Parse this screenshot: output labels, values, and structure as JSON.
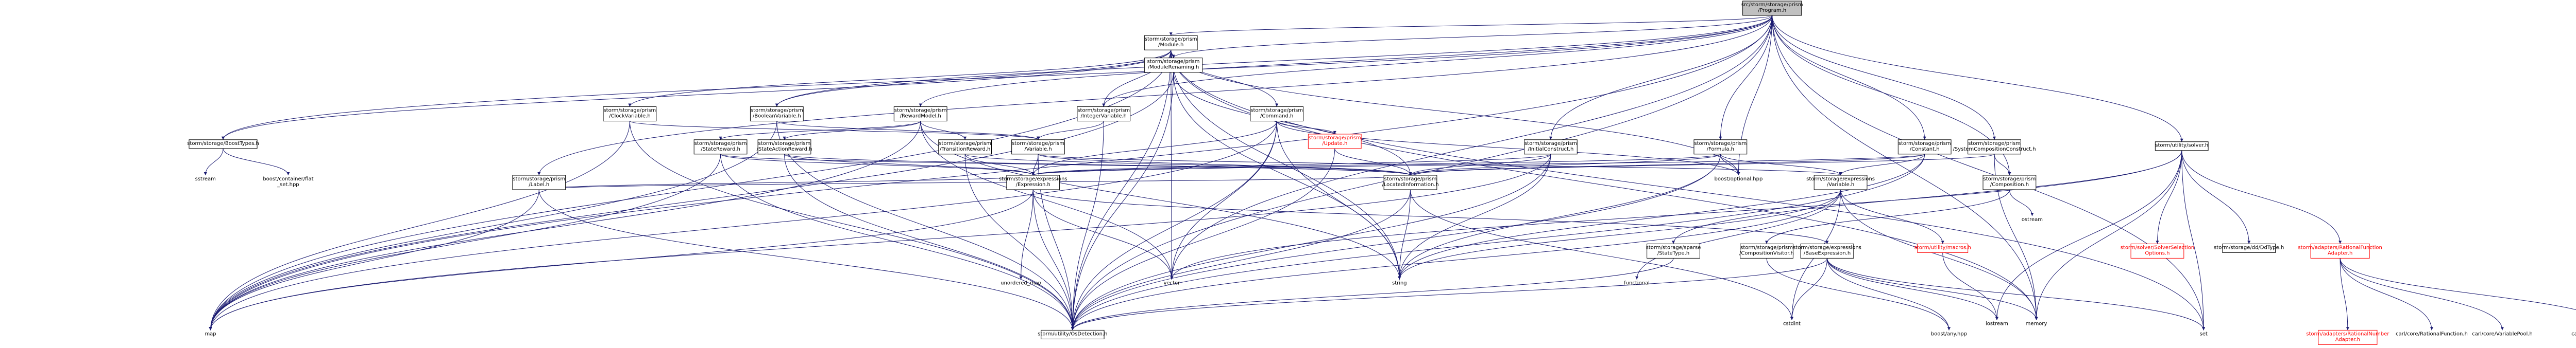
{
  "graph_color": {
    "edge": "#191970",
    "root_fill": "#c0c0c0",
    "missing": "#ff0000"
  },
  "nodes": {
    "program": [
      "src/storm/storage/prism",
      "/Program.h"
    ],
    "module": [
      "storm/storage/prism",
      "/Module.h"
    ],
    "moduleRenaming": [
      "storm/storage/prism",
      "/ModuleRenaming.h"
    ],
    "clockVariable": [
      "storm/storage/prism",
      "/ClockVariable.h"
    ],
    "booleanVariable": [
      "storm/storage/prism",
      "/BooleanVariable.h"
    ],
    "rewardModel": [
      "storm/storage/prism",
      "/RewardModel.h"
    ],
    "integerVariable": [
      "storm/storage/prism",
      "/IntegerVariable.h"
    ],
    "command": [
      "storm/storage/prism",
      "/Command.h"
    ],
    "update": [
      "storm/storage/prism",
      "/Update.h"
    ],
    "boostTypes": [
      "storm/storage/BoostTypes.h"
    ],
    "label": [
      "storm/storage/prism",
      "/Label.h"
    ],
    "stateReward": [
      "storm/storage/prism",
      "/StateReward.h"
    ],
    "stateActionReward": [
      "storm/storage/prism",
      "/StateActionReward.h"
    ],
    "transitionReward": [
      "storm/storage/prism",
      "/TransitionReward.h"
    ],
    "variable": [
      "storm/storage/prism",
      "/Variable.h"
    ],
    "initialConstruct": [
      "storm/storage/prism",
      "/InitialConstruct.h"
    ],
    "formula": [
      "storm/storage/prism",
      "/Formula.h"
    ],
    "constant": [
      "storm/storage/prism",
      "/Constant.h"
    ],
    "systemComposition": [
      "storm/storage/prism",
      "/SystemCompositionConstruct.h"
    ],
    "composition": [
      "storm/storage/prism",
      "/Composition.h"
    ],
    "solver": [
      "storm/utility/solver.h"
    ],
    "expression": [
      "storm/storage/expressions",
      "/Expression.h"
    ],
    "locatedInformation": [
      "storm/storage/prism",
      "/LocatedInformation.h"
    ],
    "exprVariable": [
      "storm/storage/expressions",
      "/Variable.h"
    ],
    "sstream": [
      "sstream"
    ],
    "flatSet": [
      "boost/container/flat",
      "_set.hpp"
    ],
    "boostOptional": [
      "boost/optional.hpp"
    ],
    "unorderedMap": [
      "unordered_map"
    ],
    "vector": [
      "vector"
    ],
    "string": [
      "string"
    ],
    "functional": [
      "functional"
    ],
    "ostream": [
      "ostream"
    ],
    "stateType": [
      "storm/storage/sparse",
      "/StateType.h"
    ],
    "compositionVisitor": [
      "storm/storage/prism",
      "/CompositionVisitor.h"
    ],
    "baseExpression": [
      "storm/storage/expressions",
      "/BaseExpression.h"
    ],
    "macros": [
      "storm/utility/macros.h"
    ],
    "solverSelection": [
      "storm/solver/SolverSelection",
      "Options.h"
    ],
    "ddType": [
      "storm/storage/dd/DdType.h"
    ],
    "rationalFunction": [
      "storm/adapters/RationalFunction",
      "Adapter.h"
    ],
    "map": [
      "map"
    ],
    "osDetection": [
      "storm/utility/OsDetection.h"
    ],
    "cstdint": [
      "cstdint"
    ],
    "boostAny": [
      "boost/any.hpp"
    ],
    "iostream": [
      "iostream"
    ],
    "memory": [
      "memory"
    ],
    "set": [
      "set"
    ],
    "rationalNumber": [
      "storm/adapters/RationalNumber",
      "Adapter.h"
    ],
    "carlRationalFunction": [
      "carl/core/RationalFunction.h"
    ],
    "carlVariablePool": [
      "carl/core/VariablePool.h"
    ],
    "carlMultivariate": [
      "carl/core/MultivariatePolynomial.h"
    ]
  }
}
